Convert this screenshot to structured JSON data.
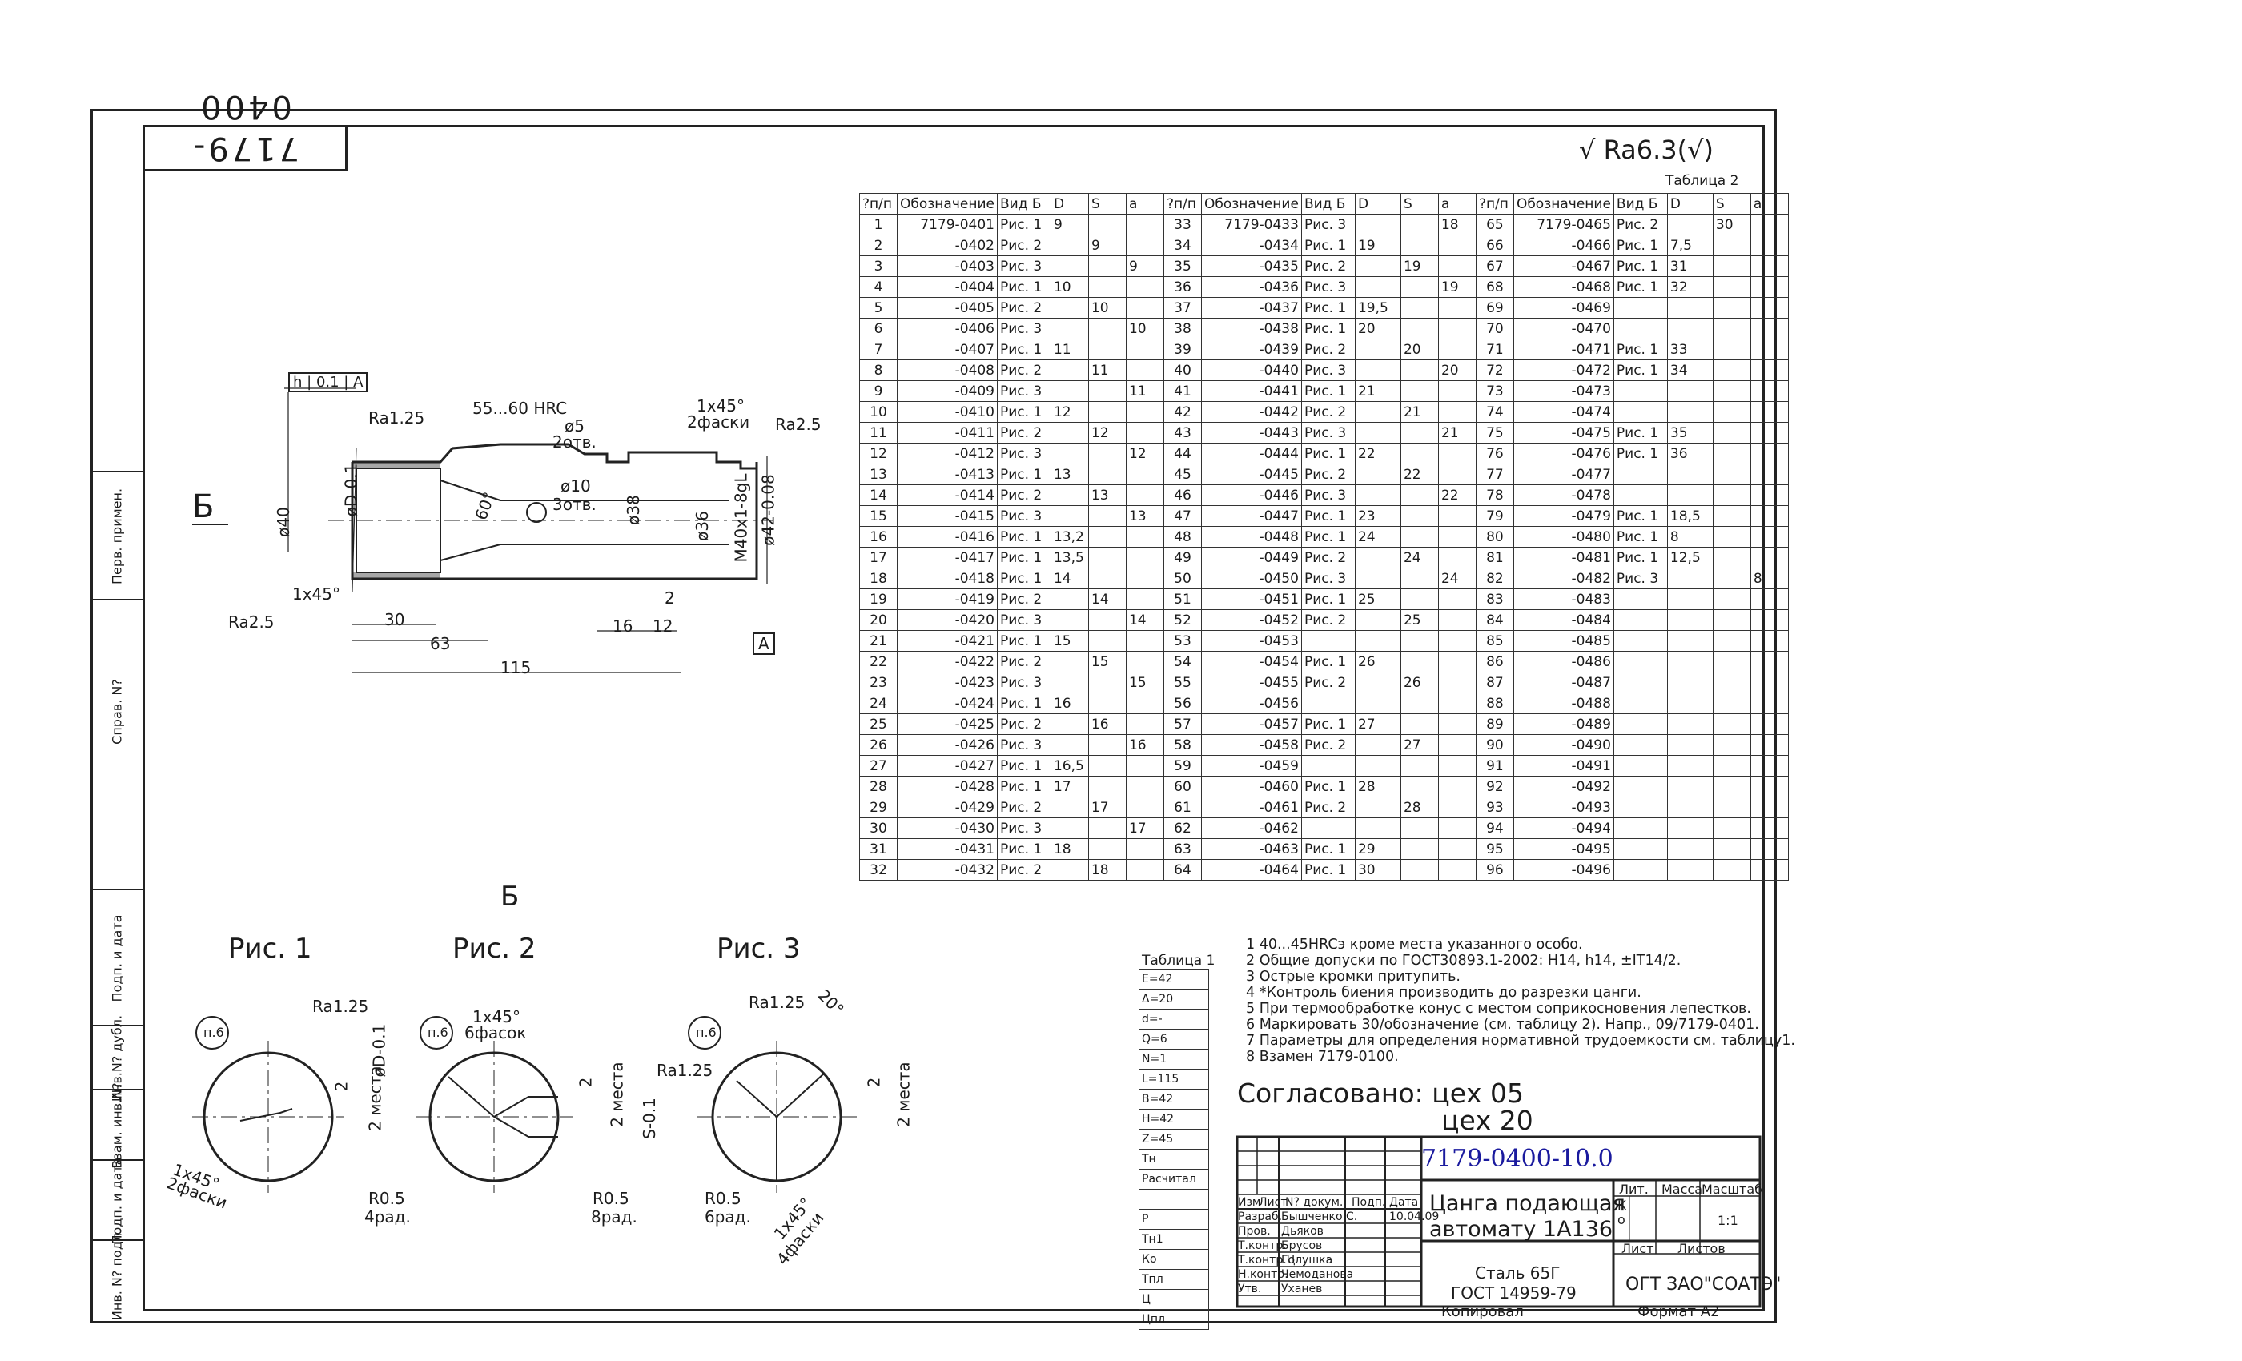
{
  "stamp": "7179-0400",
  "side_labels": [
    "Перв. примен.",
    "Справ. N?",
    "Подп. и дата",
    "Инв.N? дубл.",
    "Взам. инв.N?",
    "Подп. и дата",
    "Инв. N? подл."
  ],
  "roughness": "Ra6.3",
  "table2": {
    "caption": "Таблица 2",
    "headers": [
      "?п/п",
      "Обозначение",
      "Вид Б",
      "D",
      "S",
      "a",
      "?п/п",
      "Обозначение",
      "Вид Б",
      "D",
      "S",
      "a",
      "?п/п",
      "Обозначение",
      "Вид Б",
      "D",
      "S",
      "a"
    ],
    "rows": [
      [
        "1",
        "7179-0401",
        "Рис. 1",
        "9",
        "",
        "",
        "33",
        "7179-0433",
        "Рис. 3",
        "",
        "",
        "18",
        "65",
        "7179-0465",
        "Рис. 2",
        "",
        "30",
        ""
      ],
      [
        "2",
        "-0402",
        "Рис. 2",
        "",
        "9",
        "",
        "34",
        "-0434",
        "Рис. 1",
        "19",
        "",
        "",
        "66",
        "-0466",
        "Рис. 1",
        "7,5",
        "",
        ""
      ],
      [
        "3",
        "-0403",
        "Рис. 3",
        "",
        "",
        "9",
        "35",
        "-0435",
        "Рис. 2",
        "",
        "19",
        "",
        "67",
        "-0467",
        "Рис. 1",
        "31",
        "",
        ""
      ],
      [
        "4",
        "-0404",
        "Рис. 1",
        "10",
        "",
        "",
        "36",
        "-0436",
        "Рис. 3",
        "",
        "",
        "19",
        "68",
        "-0468",
        "Рис. 1",
        "32",
        "",
        ""
      ],
      [
        "5",
        "-0405",
        "Рис. 2",
        "",
        "10",
        "",
        "37",
        "-0437",
        "Рис. 1",
        "19,5",
        "",
        "",
        "69",
        "-0469",
        "",
        "",
        "",
        ""
      ],
      [
        "6",
        "-0406",
        "Рис. 3",
        "",
        "",
        "10",
        "38",
        "-0438",
        "Рис. 1",
        "20",
        "",
        "",
        "70",
        "-0470",
        "",
        "",
        "",
        ""
      ],
      [
        "7",
        "-0407",
        "Рис. 1",
        "11",
        "",
        "",
        "39",
        "-0439",
        "Рис. 2",
        "",
        "20",
        "",
        "71",
        "-0471",
        "Рис. 1",
        "33",
        "",
        ""
      ],
      [
        "8",
        "-0408",
        "Рис. 2",
        "",
        "11",
        "",
        "40",
        "-0440",
        "Рис. 3",
        "",
        "",
        "20",
        "72",
        "-0472",
        "Рис. 1",
        "34",
        "",
        ""
      ],
      [
        "9",
        "-0409",
        "Рис. 3",
        "",
        "",
        "11",
        "41",
        "-0441",
        "Рис. 1",
        "21",
        "",
        "",
        "73",
        "-0473",
        "",
        "",
        "",
        ""
      ],
      [
        "10",
        "-0410",
        "Рис. 1",
        "12",
        "",
        "",
        "42",
        "-0442",
        "Рис. 2",
        "",
        "21",
        "",
        "74",
        "-0474",
        "",
        "",
        "",
        ""
      ],
      [
        "11",
        "-0411",
        "Рис. 2",
        "",
        "12",
        "",
        "43",
        "-0443",
        "Рис. 3",
        "",
        "",
        "21",
        "75",
        "-0475",
        "Рис. 1",
        "35",
        "",
        ""
      ],
      [
        "12",
        "-0412",
        "Рис. 3",
        "",
        "",
        "12",
        "44",
        "-0444",
        "Рис. 1",
        "22",
        "",
        "",
        "76",
        "-0476",
        "Рис. 1",
        "36",
        "",
        ""
      ],
      [
        "13",
        "-0413",
        "Рис. 1",
        "13",
        "",
        "",
        "45",
        "-0445",
        "Рис. 2",
        "",
        "22",
        "",
        "77",
        "-0477",
        "",
        "",
        "",
        ""
      ],
      [
        "14",
        "-0414",
        "Рис. 2",
        "",
        "13",
        "",
        "46",
        "-0446",
        "Рис. 3",
        "",
        "",
        "22",
        "78",
        "-0478",
        "",
        "",
        "",
        ""
      ],
      [
        "15",
        "-0415",
        "Рис. 3",
        "",
        "",
        "13",
        "47",
        "-0447",
        "Рис. 1",
        "23",
        "",
        "",
        "79",
        "-0479",
        "Рис. 1",
        "18,5",
        "",
        ""
      ],
      [
        "16",
        "-0416",
        "Рис. 1",
        "13,2",
        "",
        "",
        "48",
        "-0448",
        "Рис. 1",
        "24",
        "",
        "",
        "80",
        "-0480",
        "Рис. 1",
        "8",
        "",
        ""
      ],
      [
        "17",
        "-0417",
        "Рис. 1",
        "13,5",
        "",
        "",
        "49",
        "-0449",
        "Рис. 2",
        "",
        "24",
        "",
        "81",
        "-0481",
        "Рис. 1",
        "12,5",
        "",
        ""
      ],
      [
        "18",
        "-0418",
        "Рис. 1",
        "14",
        "",
        "",
        "50",
        "-0450",
        "Рис. 3",
        "",
        "",
        "24",
        "82",
        "-0482",
        "Рис. 3",
        "",
        "",
        "8"
      ],
      [
        "19",
        "-0419",
        "Рис. 2",
        "",
        "14",
        "",
        "51",
        "-0451",
        "Рис. 1",
        "25",
        "",
        "",
        "83",
        "-0483",
        "",
        "",
        "",
        ""
      ],
      [
        "20",
        "-0420",
        "Рис. 3",
        "",
        "",
        "14",
        "52",
        "-0452",
        "Рис. 2",
        "",
        "25",
        "",
        "84",
        "-0484",
        "",
        "",
        "",
        ""
      ],
      [
        "21",
        "-0421",
        "Рис. 1",
        "15",
        "",
        "",
        "53",
        "-0453",
        "",
        "",
        "",
        "",
        "85",
        "-0485",
        "",
        "",
        "",
        ""
      ],
      [
        "22",
        "-0422",
        "Рис. 2",
        "",
        "15",
        "",
        "54",
        "-0454",
        "Рис. 1",
        "26",
        "",
        "",
        "86",
        "-0486",
        "",
        "",
        "",
        ""
      ],
      [
        "23",
        "-0423",
        "Рис. 3",
        "",
        "",
        "15",
        "55",
        "-0455",
        "Рис. 2",
        "",
        "26",
        "",
        "87",
        "-0487",
        "",
        "",
        "",
        ""
      ],
      [
        "24",
        "-0424",
        "Рис. 1",
        "16",
        "",
        "",
        "56",
        "-0456",
        "",
        "",
        "",
        "",
        "88",
        "-0488",
        "",
        "",
        "",
        ""
      ],
      [
        "25",
        "-0425",
        "Рис. 2",
        "",
        "16",
        "",
        "57",
        "-0457",
        "Рис. 1",
        "27",
        "",
        "",
        "89",
        "-0489",
        "",
        "",
        "",
        ""
      ],
      [
        "26",
        "-0426",
        "Рис. 3",
        "",
        "",
        "16",
        "58",
        "-0458",
        "Рис. 2",
        "",
        "27",
        "",
        "90",
        "-0490",
        "",
        "",
        "",
        ""
      ],
      [
        "27",
        "-0427",
        "Рис. 1",
        "16,5",
        "",
        "",
        "59",
        "-0459",
        "",
        "",
        "",
        "",
        "91",
        "-0491",
        "",
        "",
        "",
        ""
      ],
      [
        "28",
        "-0428",
        "Рис. 1",
        "17",
        "",
        "",
        "60",
        "-0460",
        "Рис. 1",
        "28",
        "",
        "",
        "92",
        "-0492",
        "",
        "",
        "",
        ""
      ],
      [
        "29",
        "-0429",
        "Рис. 2",
        "",
        "17",
        "",
        "61",
        "-0461",
        "Рис. 2",
        "",
        "28",
        "",
        "93",
        "-0493",
        "",
        "",
        "",
        ""
      ],
      [
        "30",
        "-0430",
        "Рис. 3",
        "",
        "",
        "17",
        "62",
        "-0462",
        "",
        "",
        "",
        "",
        "94",
        "-0494",
        "",
        "",
        "",
        ""
      ],
      [
        "31",
        "-0431",
        "Рис. 1",
        "18",
        "",
        "",
        "63",
        "-0463",
        "Рис. 1",
        "29",
        "",
        "",
        "95",
        "-0495",
        "",
        "",
        "",
        ""
      ],
      [
        "32",
        "-0432",
        "Рис. 2",
        "",
        "18",
        "",
        "64",
        "-0464",
        "Рис. 1",
        "30",
        "",
        "",
        "96",
        "-0496",
        "",
        "",
        "",
        ""
      ]
    ]
  },
  "table1": {
    "caption": "Таблица 1",
    "rows": [
      "E=42",
      "Δ=20",
      "d=-",
      "Q=6",
      "N=1",
      "L=115",
      "B=42",
      "H=42",
      "Z=45",
      "Тн",
      "Расчитал",
      "",
      "P",
      "Тн1",
      "Ко",
      "Тпл",
      "Ц",
      "Цпл"
    ]
  },
  "notes": [
    "1 40...45HRCэ кроме места указанного особо.",
    "2 Общие допуски по ГОСТ30893.1-2002: H14, h14, ±IT14/2.",
    "3 Острые кромки притупить.",
    "4 *Контроль биения производить до разрезки цанги.",
    "5 При термообработке конус с местом соприкосновения лепестков.",
    "6 Маркировать 30/обозначение (см. таблицу 2). Напр., 09/7179-0401.",
    "7 Параметры для определения нормативной трудоемкости см. таблицу1.",
    "8 Взамен 7179-0100."
  ],
  "agreed": {
    "line1": "Согласовано: цех 05",
    "line2": "цех 20"
  },
  "titleblock": {
    "doc_number": "7179-0400-10.0",
    "title_line1": "Цанга подающая",
    "title_line2": "автомату 1А136",
    "material_line1": "Сталь 65Г",
    "material_line2": "ГОСТ 14959-79",
    "org": "ОГТ ЗАО\"СОАТЭ\"",
    "col_headers": [
      "Изм",
      "Лист",
      "N? докум.",
      "Подп.",
      "Дата"
    ],
    "roles": [
      "Разраб.",
      "Пров.",
      "Т.контр.",
      "Т.контр.Ц",
      "Н.контр.",
      "Утв."
    ],
    "names": [
      "Бышченко С.",
      "Дьяков",
      "Брусов",
      "Голушка",
      "Чемоданова",
      "Уханев"
    ],
    "date": "10.04.09",
    "lit": "Лит.",
    "mass": "Масса",
    "scale_label": "Масштаб",
    "scale": "1:1",
    "lit_k": "К",
    "lit_o": "о",
    "sheet_label": "Лист",
    "sheets_label": "Листов",
    "copied": "Копировал",
    "format": "Формат А2"
  },
  "drawing": {
    "view_label": "Б",
    "view_label_bottom": "Б",
    "hardness": "55...60 HRC",
    "tolerance_sym": "h",
    "tolerance_val": "0.1",
    "datum": "A",
    "ra_125": "Ra1.25",
    "ra_25": "Ra2.5",
    "dims": {
      "d5": "ø5",
      "d5_holes": "2отв.",
      "d10": "ø10",
      "d10_holes": "3отв.",
      "d40": "ø40",
      "dD": "øD-0.1",
      "d38": "ø38",
      "d36": "ø36",
      "thread": "M40x1-8gL",
      "d42": "ø42-0.08",
      "chamfer1": "1x45°",
      "chamfer1_note": "2фаски",
      "chamfer2": "1x45°",
      "angle": "60°",
      "l30": "30",
      "l63": "63",
      "l115": "115",
      "l16": "16",
      "l12": "12",
      "l2": "2"
    },
    "figs": [
      "Рис. 1",
      "Рис. 2",
      "Рис. 3"
    ],
    "fig_notes": {
      "n6": "п.6",
      "r05": "R0.5",
      "f1_rad": "4рад.",
      "f2_rad": "8рад.",
      "f3_rad": "6рад.",
      "f1_chamfer": "1x45°",
      "f1_chamfer_note": "2фаски",
      "f2_chamfer": "1x45°",
      "f2_chamfer_note": "6фасок",
      "f3_chamfer": "1x45°",
      "f3_chamfer_note": "4фаски",
      "places": "2 места",
      "two": "2",
      "f1_dD": "øD-0.1",
      "f2_S": "S-0.1",
      "f3_angle": "20°"
    }
  }
}
